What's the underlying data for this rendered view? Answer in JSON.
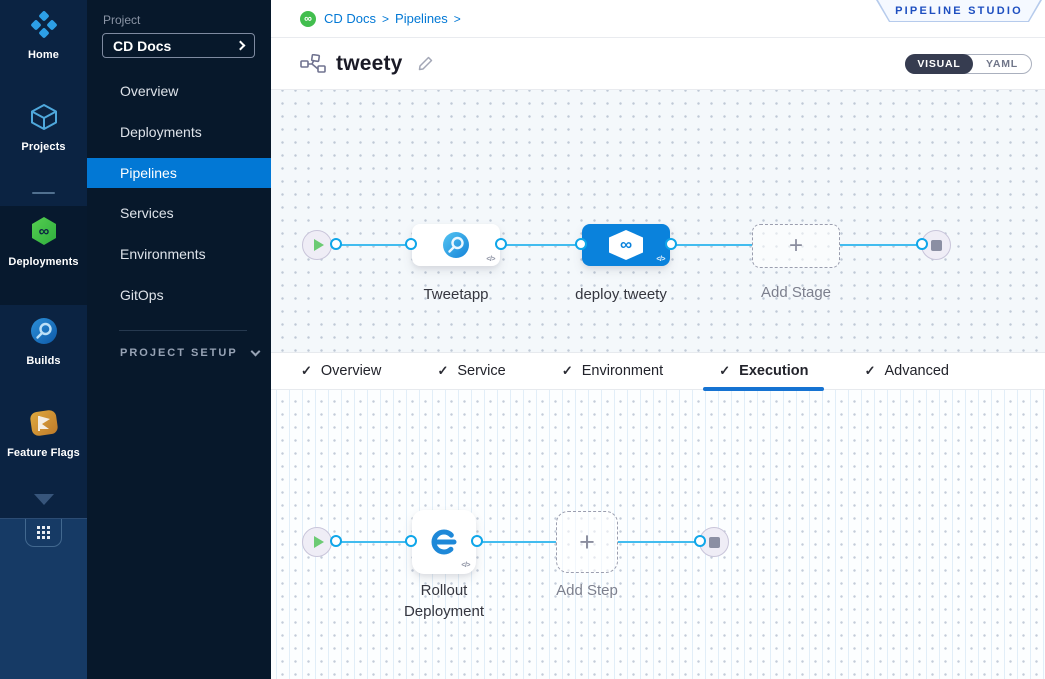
{
  "icons": {
    "check": "✓",
    "plus": "+",
    "infinity": "∞",
    "code": "</>",
    "separator": ">"
  },
  "colors": {
    "accent_blue": "#0278D5",
    "edge_blue": "#42BCEF",
    "node_blue": "#0A82DC",
    "harness_green": "#42BE4E",
    "tab_underline": "#1673D2",
    "sidebar_navy": "#0B2342",
    "project_nav_navy": "#07182B"
  },
  "left_nav": {
    "items": [
      {
        "label": "Home"
      },
      {
        "label": "Projects"
      },
      {
        "label": "Deployments"
      },
      {
        "label": "Builds"
      },
      {
        "label": "Feature Flags"
      }
    ]
  },
  "project_nav": {
    "section_label": "Project",
    "project_name": "CD Docs",
    "items": [
      {
        "label": "Overview"
      },
      {
        "label": "Deployments"
      },
      {
        "label": "Pipelines"
      },
      {
        "label": "Services"
      },
      {
        "label": "Environments"
      },
      {
        "label": "GitOps"
      }
    ],
    "selected": "Pipelines",
    "setup_label": "PROJECT SETUP"
  },
  "header": {
    "breadcrumb": {
      "crumb1": "CD Docs",
      "crumb2": "Pipelines"
    },
    "studio_badge": "PIPELINE STUDIO",
    "pipeline_name": "tweety",
    "toggle": {
      "visual": "VISUAL",
      "yaml": "YAML",
      "selected": "VISUAL"
    }
  },
  "stage_canvas": {
    "nodes": [
      {
        "label": "Tweetapp",
        "type": "build-stage"
      },
      {
        "label": "deploy tweety",
        "type": "deploy-stage",
        "selected": true
      },
      {
        "label": "Add Stage",
        "type": "add-stage"
      }
    ]
  },
  "tabs": [
    {
      "label": "Overview"
    },
    {
      "label": "Service"
    },
    {
      "label": "Environment"
    },
    {
      "label": "Execution",
      "active": true
    },
    {
      "label": "Advanced"
    }
  ],
  "execution_canvas": {
    "nodes": [
      {
        "label": "Rollout Deployment",
        "type": "rollout-step"
      },
      {
        "label": "Add Step",
        "type": "add-step"
      }
    ]
  }
}
